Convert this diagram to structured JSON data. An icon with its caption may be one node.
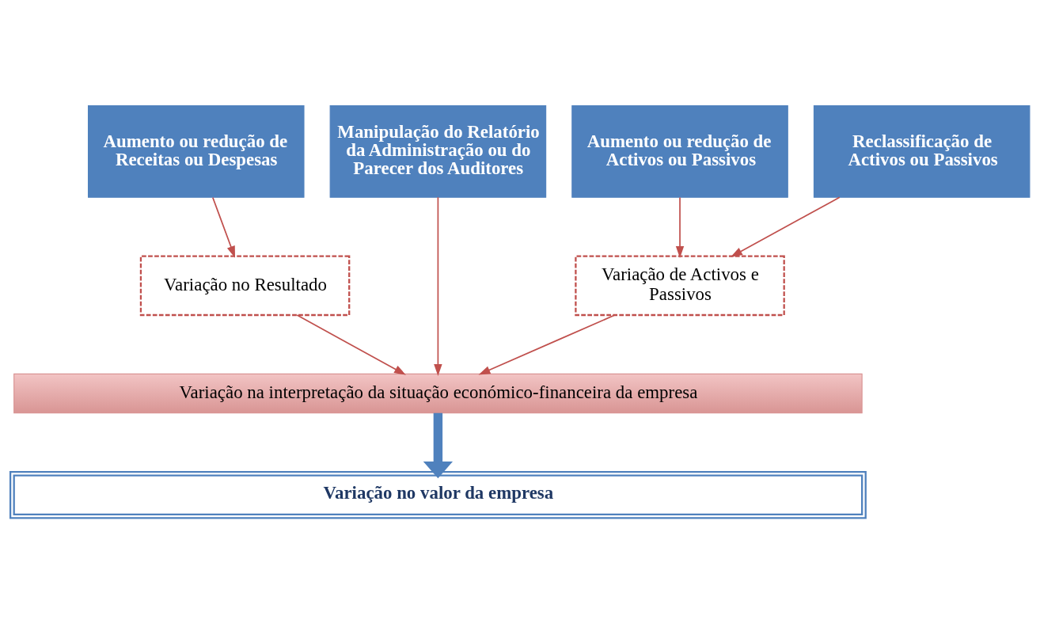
{
  "diagram": {
    "nodes": [
      {
        "text": [
          "Aumento ou redução de Receitas ou Despesas"
        ]
      },
      {
        "text": [
          "Aumento ou redução de Activos ou Passivos"
        ]
      },
      {
        "text": [
          "Reclassificação de Activos ou Passivos"
        ]
      },
      {
        "text": [
          "Manipulação do Relatório da Administração ou do Parecer dos Auditores"
        ]
      },
      {
        "text": [
          "Variação no Resultado"
        ]
      },
      {
        "text": [
          "Variação de Activos e Passivos"
        ]
      },
      {
        "text": [
          "Variação na interpretação da situação económico-financeira da empresa"
        ]
      },
      {
        "text": [
          "Variação no valor da empresa"
        ]
      }
    ],
    "edges": [
      {
        "from": 0,
        "to": 4,
        "arrow": "to"
      },
      {
        "from": 1,
        "to": 5,
        "arrow": "to"
      },
      {
        "from": 2,
        "to": 5,
        "arrow": "to"
      },
      {
        "from": 3,
        "to": 6,
        "arrow": "to"
      },
      {
        "from": 4,
        "to": 6,
        "arrow": "to"
      },
      {
        "from": 5,
        "to": 6,
        "arrow": "to"
      },
      {
        "from": 6,
        "to": 7,
        "arrow": "to",
        "style": "thick",
        "color": "#4f81bd"
      }
    ]
  }
}
